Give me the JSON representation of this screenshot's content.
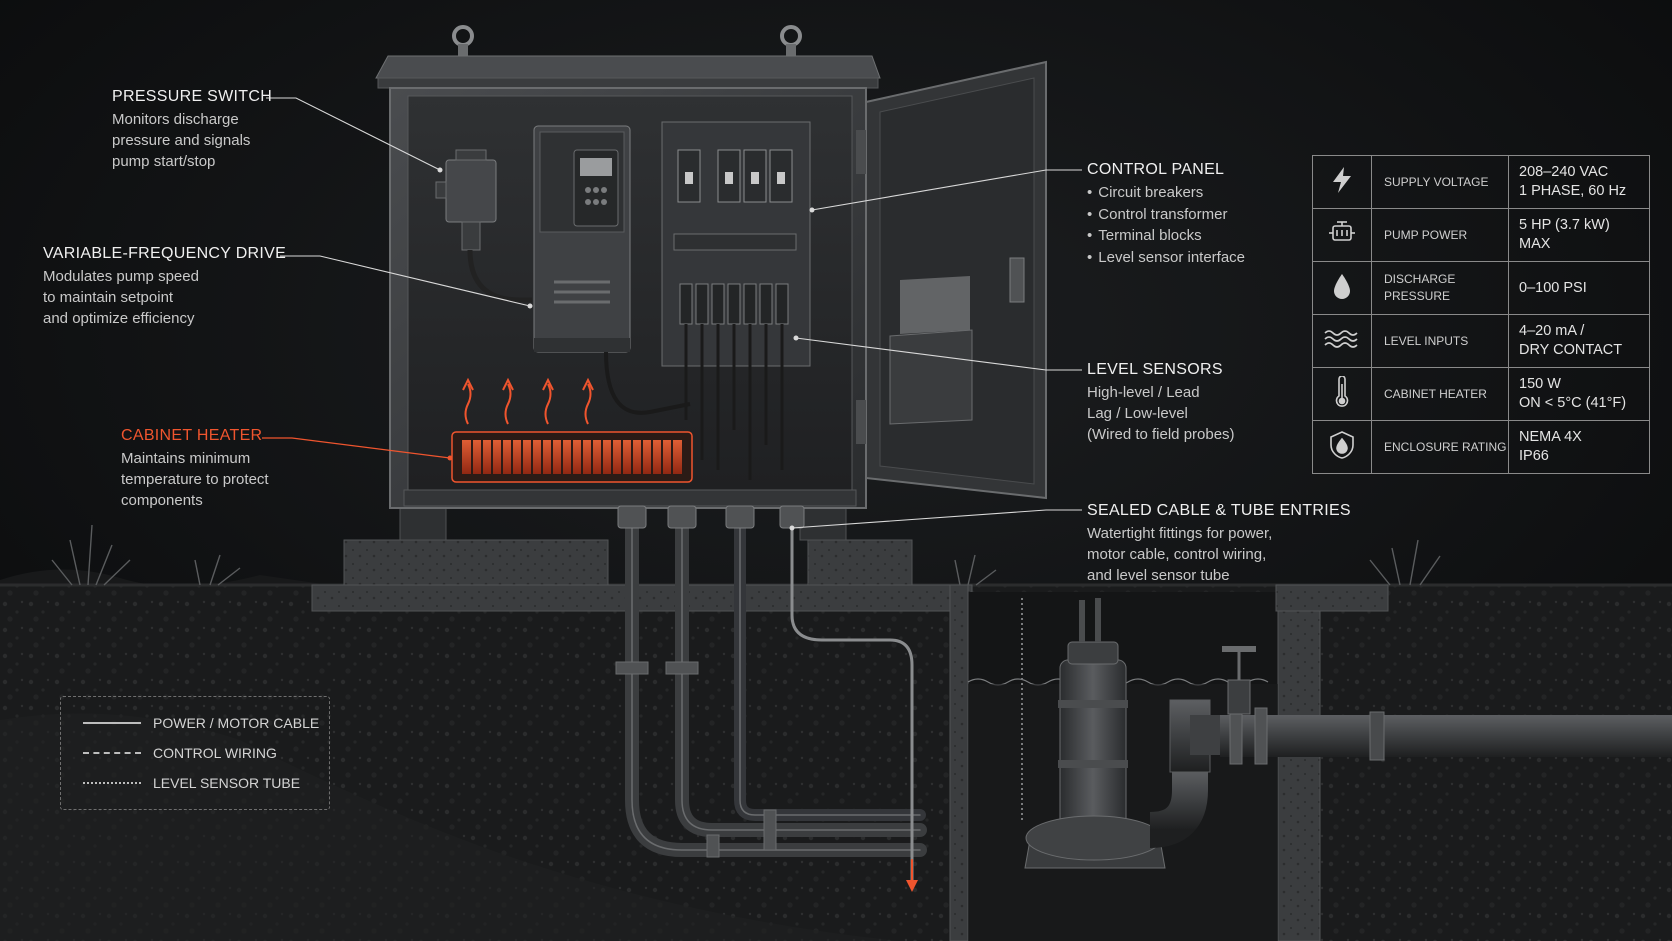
{
  "callouts": {
    "pressure_switch": {
      "title": "PRESSURE SWITCH",
      "lines": [
        "Monitors discharge",
        "pressure and signals",
        "pump start/stop"
      ]
    },
    "vfd": {
      "title": "VARIABLE-FREQUENCY DRIVE",
      "lines": [
        "Modulates pump speed",
        "to maintain setpoint",
        "and optimize efficiency"
      ]
    },
    "cabinet_heater": {
      "title": "CABINET HEATER",
      "lines": [
        "Maintains minimum",
        "temperature to protect",
        "components"
      ]
    },
    "control_panel": {
      "title": "CONTROL PANEL",
      "items": [
        "Circuit breakers",
        "Control transformer",
        "Terminal blocks",
        "Level sensor interface"
      ]
    },
    "level_sensors": {
      "title": "LEVEL SENSORS",
      "lines": [
        "High-level / Lead",
        "Lag / Low-level",
        "(Wired to field probes)"
      ]
    },
    "cable_entries": {
      "title": "SEALED CABLE & TUBE ENTRIES",
      "lines": [
        "Watertight fittings for power,",
        "motor cable, control wiring,",
        "and level sensor tube"
      ]
    }
  },
  "specs": [
    {
      "icon": "lightning-icon",
      "label": "SUPPLY VOLTAGE",
      "value": [
        "208–240 VAC",
        "1 PHASE, 60 Hz"
      ]
    },
    {
      "icon": "motor-icon",
      "label": "PUMP POWER",
      "value": [
        "5 HP (3.7 kW)",
        "MAX"
      ]
    },
    {
      "icon": "droplet-icon",
      "label": [
        "DISCHARGE",
        "PRESSURE"
      ],
      "value": [
        "0–100 PSI"
      ]
    },
    {
      "icon": "waves-icon",
      "label": "LEVEL INPUTS",
      "value": [
        "4–20 mA /",
        "DRY CONTACT"
      ]
    },
    {
      "icon": "thermometer-icon",
      "label": "CABINET HEATER",
      "value": [
        "150 W",
        "ON < 5°C (41°F)"
      ]
    },
    {
      "icon": "shield-droplet-icon",
      "label": "ENCLOSURE RATING",
      "value": [
        "NEMA 4X",
        "IP66"
      ]
    }
  ],
  "legend": [
    {
      "style": "solid",
      "label": "POWER / MOTOR CABLE"
    },
    {
      "style": "dashed",
      "label": "CONTROL WIRING"
    },
    {
      "style": "dotted",
      "label": "LEVEL SENSOR TUBE"
    }
  ],
  "colors": {
    "background": "#0b0c0d",
    "accent_heat": "#f0552e",
    "text": "#d9d9d9",
    "metal": "#3a3c3e"
  }
}
